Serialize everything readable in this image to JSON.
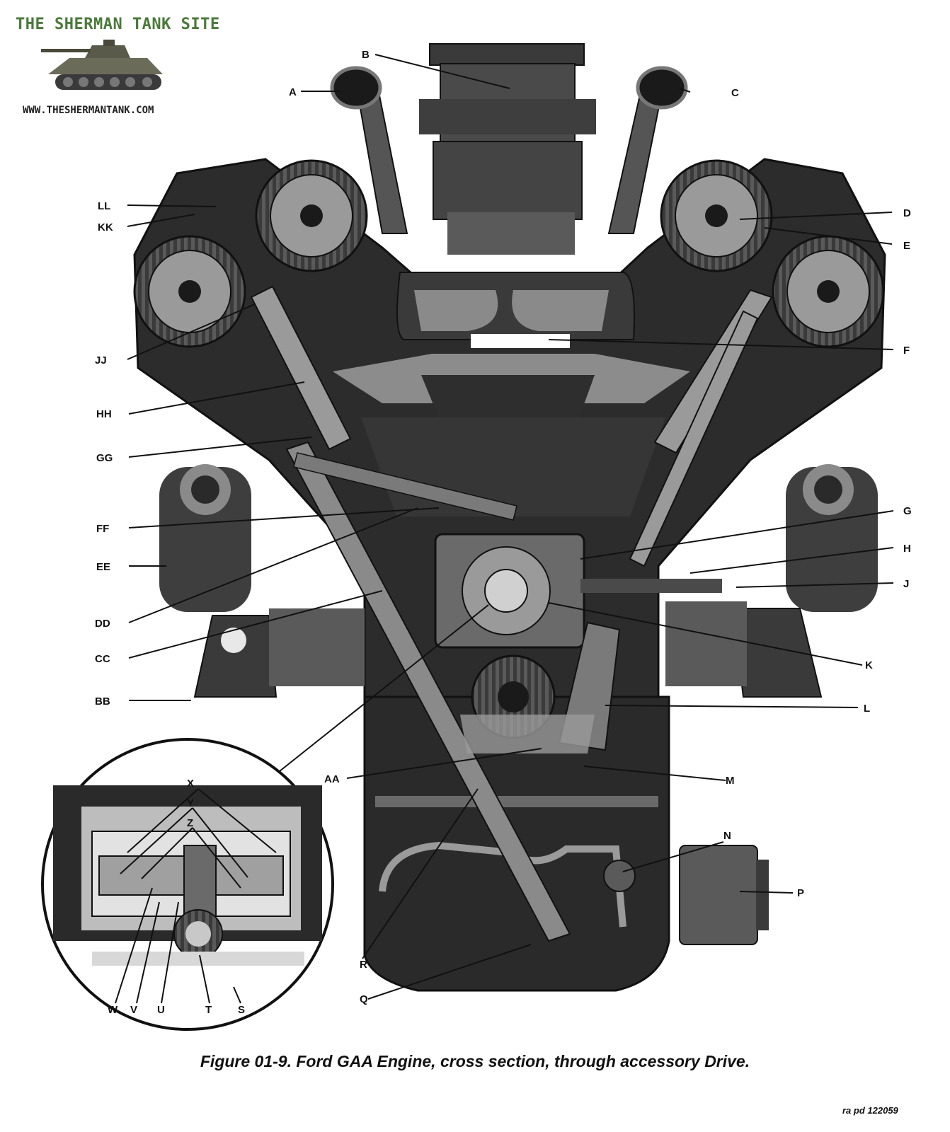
{
  "brand": {
    "title": "THE SHERMAN TANK SITE",
    "url": "WWW.THESHERMANTANK.COM"
  },
  "labels": {
    "A": "A",
    "B": "B",
    "C": "C",
    "D": "D",
    "E": "E",
    "F": "F",
    "G": "G",
    "H": "H",
    "J": "J",
    "K": "K",
    "L": "L",
    "M": "M",
    "N": "N",
    "P": "P",
    "Q": "Q",
    "R": "R",
    "S": "S",
    "T": "T",
    "U": "U",
    "V": "V",
    "W": "W",
    "X": "X",
    "Y": "Y",
    "Z": "Z",
    "AA": "AA",
    "BB": "BB",
    "CC": "CC",
    "DD": "DD",
    "EE": "EE",
    "FF": "FF",
    "GG": "GG",
    "HH": "HH",
    "JJ": "JJ",
    "KK": "KK",
    "LL": "LL"
  },
  "caption": "Figure 01-9. Ford GAA Engine, cross section, through accessory Drive.",
  "reference": "ra pd 122059",
  "colors": {
    "brand_green": "#4a7a3a",
    "ink": "#111111",
    "engine_dark": "#2a2a2a",
    "engine_mid": "#6a6a6a",
    "engine_light": "#b8b8b8"
  }
}
